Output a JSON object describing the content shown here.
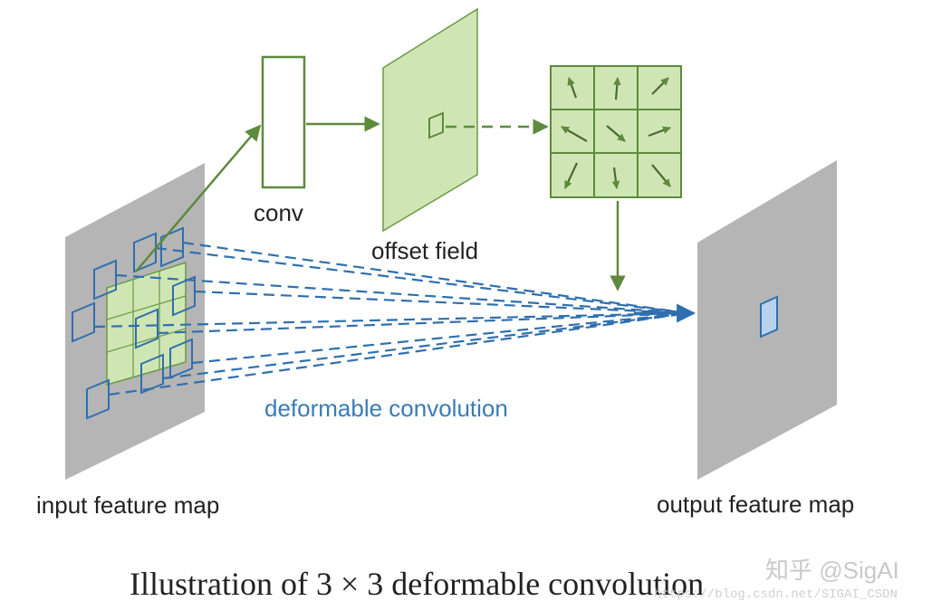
{
  "labels": {
    "conv": "conv",
    "offset_field": "offset field",
    "deformable_convolution": "deformable convolution",
    "input_feature_map": "input feature map",
    "output_feature_map": "output feature map",
    "caption": "Illustration of 3 × 3 deformable convolution"
  },
  "watermark": {
    "brand": "知乎 @SigAI",
    "url": "https://blog.csdn.net/SIGAI_CSDN"
  },
  "colors": {
    "green_stroke": "#5e8a3c",
    "green_fill": "#cfe6b4",
    "blue": "#3b7bb5",
    "gray_plane": "#b5b5b5"
  }
}
